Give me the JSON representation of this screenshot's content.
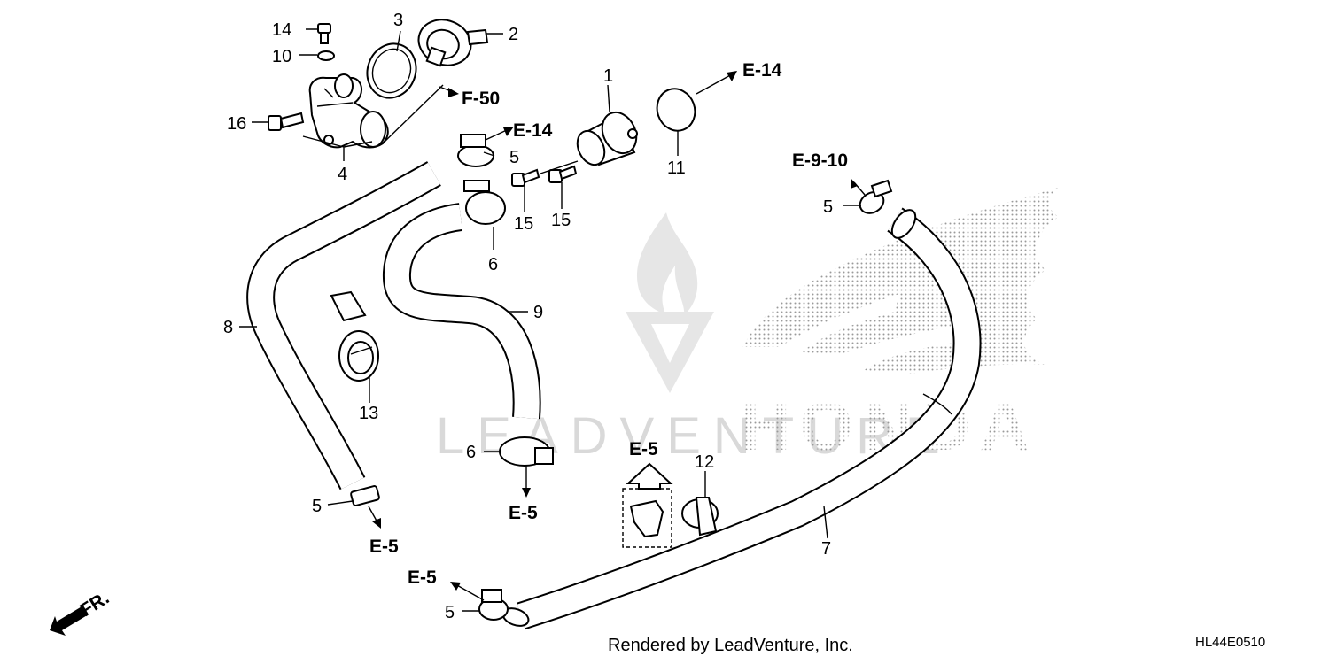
{
  "watermark": {
    "text": "LEADVENTURE",
    "brand": "HONDA"
  },
  "part_numbers": {
    "n1": "1",
    "n2": "2",
    "n3": "3",
    "n4": "4",
    "n5a": "5",
    "n5b": "5",
    "n5c": "5",
    "n5d": "5",
    "n6a": "6",
    "n6b": "6",
    "n7": "7",
    "n8": "8",
    "n9": "9",
    "n10": "10",
    "n11": "11",
    "n12": "12",
    "n13": "13",
    "n14": "14",
    "n15a": "15",
    "n15b": "15",
    "n16": "16"
  },
  "references": {
    "f50": "F-50",
    "e14a": "E-14",
    "e14b": "E-14",
    "e910": "E-9-10",
    "e5a": "E-5",
    "e5b": "E-5",
    "e5c": "E-5",
    "e5d": "E-5",
    "fr": "FR."
  },
  "footer": "Rendered by LeadVenture, Inc.",
  "diagram_code": "HL44E0510"
}
